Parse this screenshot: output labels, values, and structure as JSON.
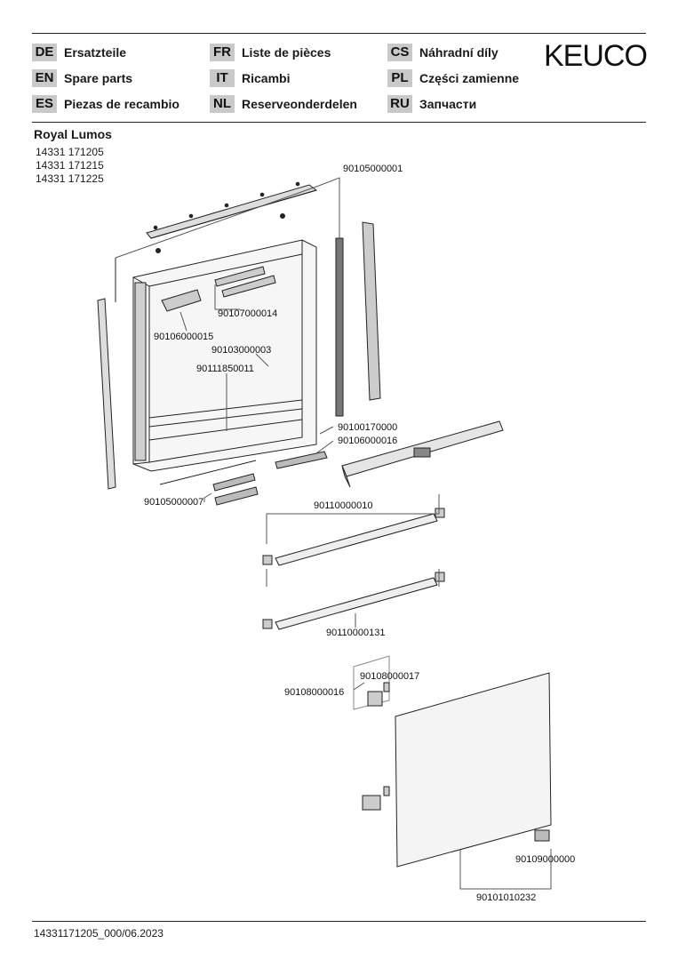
{
  "brand": "KEUCO",
  "languages": [
    {
      "code": "DE",
      "label": "Ersatzteile"
    },
    {
      "code": "EN",
      "label": "Spare parts"
    },
    {
      "code": "ES",
      "label": "Piezas de recambio"
    },
    {
      "code": "FR",
      "label": "Liste de pièces"
    },
    {
      "code": "IT",
      "label": "Ricambi"
    },
    {
      "code": "NL",
      "label": "Reserveonderdelen"
    },
    {
      "code": "CS",
      "label": "Náhradní díly"
    },
    {
      "code": "PL",
      "label": "Części zamienne"
    },
    {
      "code": "RU",
      "label": "Запчасти"
    }
  ],
  "product": {
    "name": "Royal Lumos",
    "article_numbers": [
      "14331 171205",
      "14331 171215",
      "14331 171225"
    ]
  },
  "parts": {
    "p1": "90105000001",
    "p2": "90107000014",
    "p3": "90106000015",
    "p4": "90103000003",
    "p5": "90111850011",
    "p6": "90100170000",
    "p7": "90106000016",
    "p8": "90105000007",
    "p9": "90110000010",
    "p10": "90110000131",
    "p11": "90108000017",
    "p12": "90108000016",
    "p13": "90109000000",
    "p14": "90101010232"
  },
  "footer": "14331171205_000/06.2023"
}
